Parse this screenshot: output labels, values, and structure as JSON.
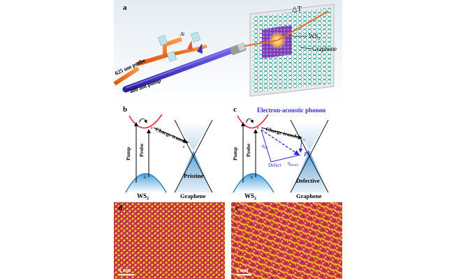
{
  "panels": {
    "a": {
      "label": "a",
      "delta_t": "△T",
      "ws2": "WS",
      "ws2_sub": "2",
      "graphene": "Graphene",
      "probe": "625 nm probe",
      "pump": "400 nm pump",
      "delay": "Δt"
    },
    "b": {
      "label": "b",
      "pump": "Pump",
      "probe": "Probe",
      "e": "e",
      "h": "h",
      "charge_transfer": "Charge transfer",
      "e_graphene": "e",
      "pristine": "Pristine",
      "ws2": "WS",
      "ws2_sub": "2",
      "graphene": "Graphene"
    },
    "c": {
      "label": "c",
      "title": "Electron-acoustic phonon",
      "pump": "Pump",
      "probe": "Probe",
      "e": "e",
      "h": "h",
      "charge_transfer": "Charge transfer",
      "e_graphene": "e",
      "q_ac": "q",
      "q_ac_sub": "ac",
      "q_recoil": "q",
      "q_recoil_sub": "recoil",
      "defect": "Defect",
      "ph": "ph",
      "defective": "Defective",
      "ws2": "WS",
      "ws2_sub": "2",
      "graphene": "Graphene"
    },
    "d": {
      "label": "d",
      "scale": "1 nm"
    },
    "e": {
      "label": "e",
      "scale": "1 nm"
    }
  },
  "colors": {
    "probe_beam": "#f26a1b",
    "pump_beam": "#3d2fc8",
    "dispersion": "#e0283a",
    "dashed_phonon": "#2b2bd6",
    "cone_fill": "#5d9fd1",
    "valence": "#4aa3df",
    "lattice_base": "#c7344a",
    "lattice_dot": "#f1c232"
  }
}
